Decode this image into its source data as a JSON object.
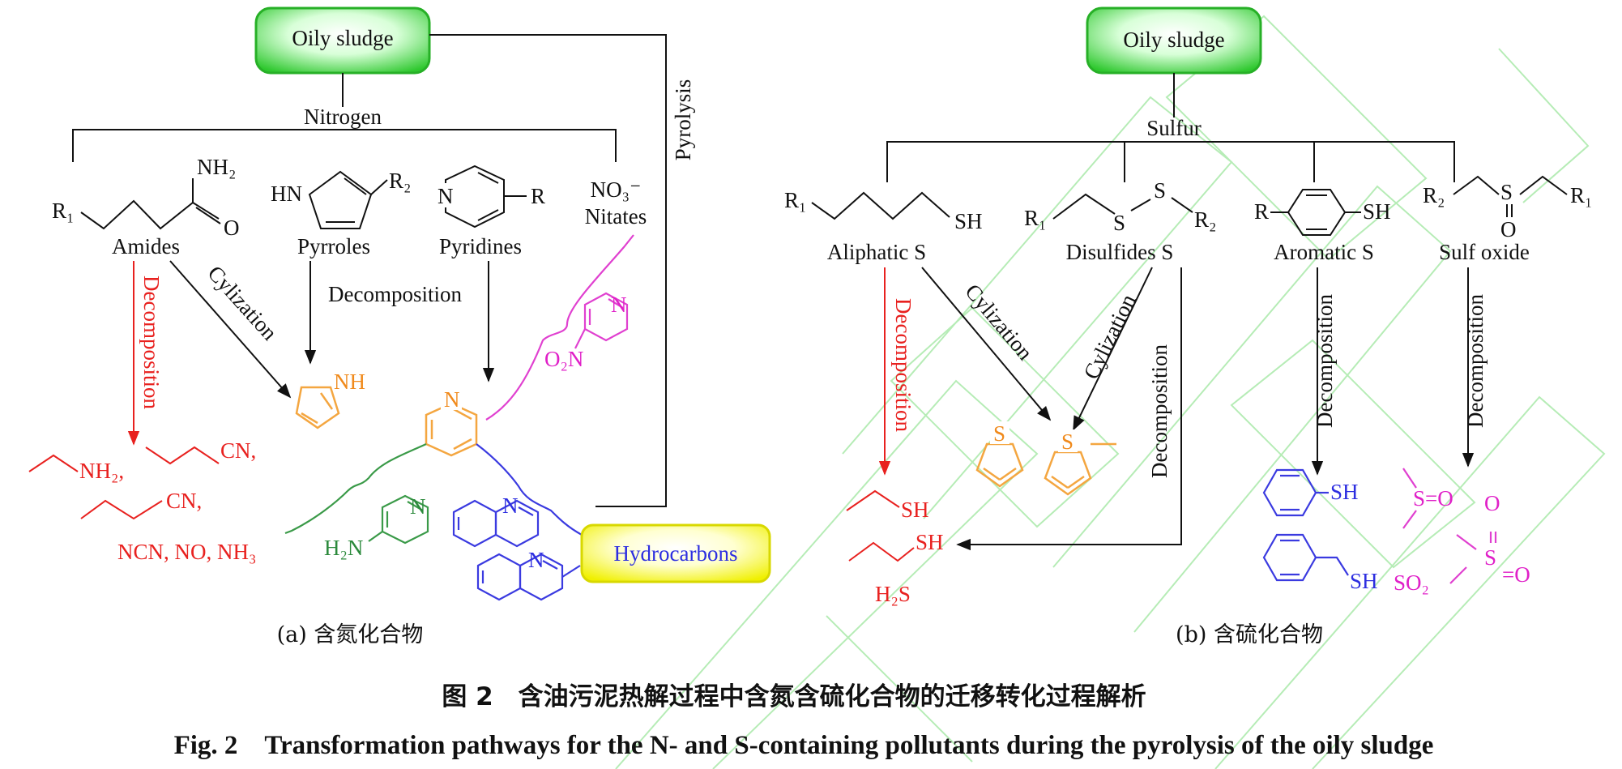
{
  "panel_a": {
    "source_box": "Oily sludge",
    "branch_label": "Nitrogen",
    "pyrolysis_label": "Pyrolysis",
    "compounds": {
      "amides": "Amides",
      "pyrroles": "Pyrroles",
      "pyridines": "Pyridines",
      "nitrates": "Nitates",
      "no3": "NO₃⁻",
      "nh2_group": "NH₂",
      "r1": "R₁",
      "r2": "R₂",
      "r": "R",
      "o": "O",
      "n": "N",
      "hn": "HN"
    },
    "pathways": {
      "amide_decomposition": "Decomposition",
      "cylization": "Cylization",
      "decomposition": "Decomposition"
    },
    "products": {
      "nh2": "NH₂,",
      "cn1": "CN,",
      "cn2": "CN,",
      "gases": "NCN, NO, NH₃",
      "pyrrole_nh": "NH",
      "pyridine_n": "N",
      "nitro_n": "N",
      "nitro_o2n": "O₂N",
      "aminopyridine_n": "N",
      "h2n": "H₂N",
      "quinoline_n": "N",
      "quinoline2_n": "N"
    },
    "target_box": "Hydrocarbons",
    "subcaption": "(a) 含氮化合物"
  },
  "panel_b": {
    "source_box": "Oily sludge",
    "branch_label": "Sulfur",
    "compounds": {
      "aliphatic": "Aliphatic S",
      "disulfides": "Disulfides S",
      "aromatic": "Aromatic S",
      "sulfoxide": "Sulf oxide",
      "sh": "SH",
      "s": "S",
      "o": "O",
      "r": "R",
      "r1": "R₁",
      "r2": "R₂"
    },
    "pathways": {
      "aliphatic_decomposition": "Decomposition",
      "cylization_1": "Cylization",
      "cylization_2": "Cylization",
      "disulfide_decomposition": "Decomposition",
      "aromatic_decomposition": "Decomposition",
      "sulfoxide_decomposition": "Decomposition"
    },
    "products": {
      "sh1": "SH",
      "sh2": "SH",
      "h2s": "H₂S",
      "thiophene_s": "S",
      "methylthiophene_s": "S",
      "thiophenol_sh": "SH",
      "benzylthiol_sh": "SH",
      "s_o": "S=O",
      "so2": "SO₂",
      "sulfone_s": "S",
      "sulfone_o_top": "O",
      "sulfone_o_right": "=O"
    },
    "subcaption": "(b) 含硫化合物"
  },
  "figure": {
    "caption_cn": "图 2　含油污泥热解过程中含氮含硫化合物的迁移转化过程解析",
    "caption_en": "Fig. 2　Transformation pathways for the N- and S-containing pollutants during the pyrolysis of the oily sludge"
  },
  "colors": {
    "green_box": "#3ed43e",
    "yellow_box": "#f5f520",
    "red": "#e8211f",
    "orange": "#f08a1c",
    "blue": "#2d2ee0",
    "green": "#2c8a3c",
    "magenta": "#e020c8",
    "watermark": "#b6ecb6"
  }
}
